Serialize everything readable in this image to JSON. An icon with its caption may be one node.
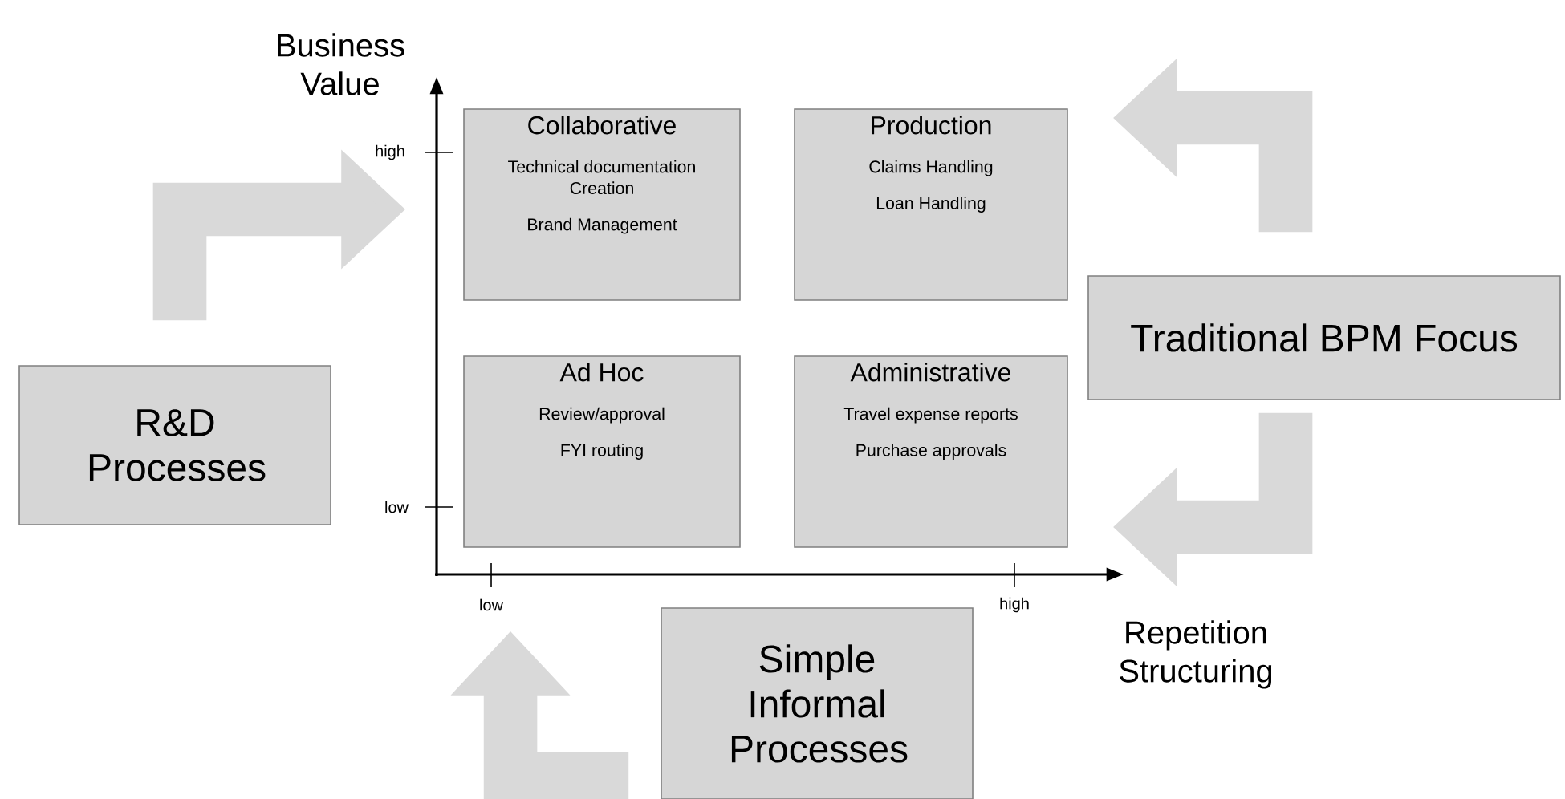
{
  "diagram": {
    "nodes": [
      {
        "text": [
          "Collaborative",
          "Technical documentation Creation",
          "Brand Management"
        ]
      },
      {
        "text": [
          "Production",
          "Claims Handling",
          "Loan Handling"
        ]
      },
      {
        "text": [
          "Ad Hoc",
          "Review/approval",
          "FYI routing"
        ]
      },
      {
        "text": [
          "Administrative",
          "Travel expense reports",
          "Purchase approvals"
        ]
      },
      {
        "text": [
          "Simple Informal Processes"
        ]
      },
      {
        "text": [
          "Traditional BPM Focus"
        ]
      },
      {
        "text": [
          "R&D Processes"
        ]
      }
    ],
    "edges": [
      {
        "from": 6,
        "to": 0,
        "arrow": "to"
      },
      {
        "from": 5,
        "to": 1,
        "arrow": "to"
      },
      {
        "from": 5,
        "to": 3,
        "arrow": "to"
      },
      {
        "from": 4,
        "to": 2,
        "arrow": "to"
      }
    ],
    "labels": [
      "Business Value",
      "high",
      "low",
      "low",
      "high",
      "Repetition Structuring"
    ]
  }
}
